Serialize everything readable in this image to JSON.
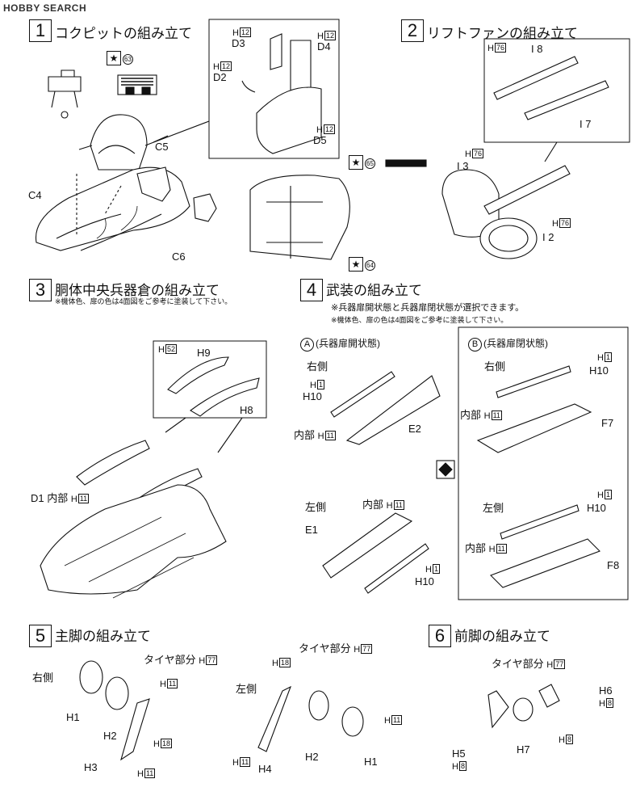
{
  "header": {
    "logo_text": "HOBBY SEARCH"
  },
  "steps": {
    "s1": {
      "num": "1",
      "title": "コクピットの組み立て"
    },
    "s2": {
      "num": "2",
      "title": "リフトファンの組み立て"
    },
    "s3": {
      "num": "3",
      "title": "胴体中央兵器倉の組み立て",
      "note": "※機体色、扉の色は4面図をご参考に塗装して下さい。"
    },
    "s4": {
      "num": "4",
      "title": "武装の組み立て",
      "note1": "※兵器扉開状態と兵器扉閉状態が選択できます。",
      "note2": "※機体色、扉の色は4面図をご参考に塗装して下さい。"
    },
    "s5": {
      "num": "5",
      "title": "主脚の組み立て"
    },
    "s6": {
      "num": "6",
      "title": "前脚の組み立て"
    }
  },
  "paint": {
    "p63": "63",
    "p64": "64",
    "p65": "65",
    "star": "★"
  },
  "variants": {
    "a": {
      "mark": "A",
      "text": "(兵器扉開状態)"
    },
    "b": {
      "mark": "B",
      "text": "(兵器扉閉状態)"
    }
  },
  "labels": {
    "right_side": "右側",
    "left_side": "左側",
    "inner": "内部",
    "tire": "タイヤ部分"
  },
  "parts": {
    "H": "H",
    "n12": "12",
    "n76": "76",
    "n52": "52",
    "n11": "11",
    "n1": "1",
    "n77": "77",
    "n18": "18",
    "n8": "8",
    "D2": "D2",
    "D3": "D3",
    "D4": "D4",
    "D5": "D5",
    "C4": "C4",
    "C5": "C5",
    "C6": "C6",
    "I8": "I 8",
    "I7": "I 7",
    "I3": "I 3",
    "I2": "I 2",
    "H9": "H9",
    "H8": "H8",
    "D1": "D1",
    "H10": "H10",
    "E2": "E2",
    "E1": "E1",
    "F7": "F7",
    "F8": "F8",
    "H1": "H1",
    "H2": "H2",
    "H3": "H3",
    "H4": "H4",
    "H5": "H5",
    "H6": "H6",
    "H7": "H7"
  }
}
